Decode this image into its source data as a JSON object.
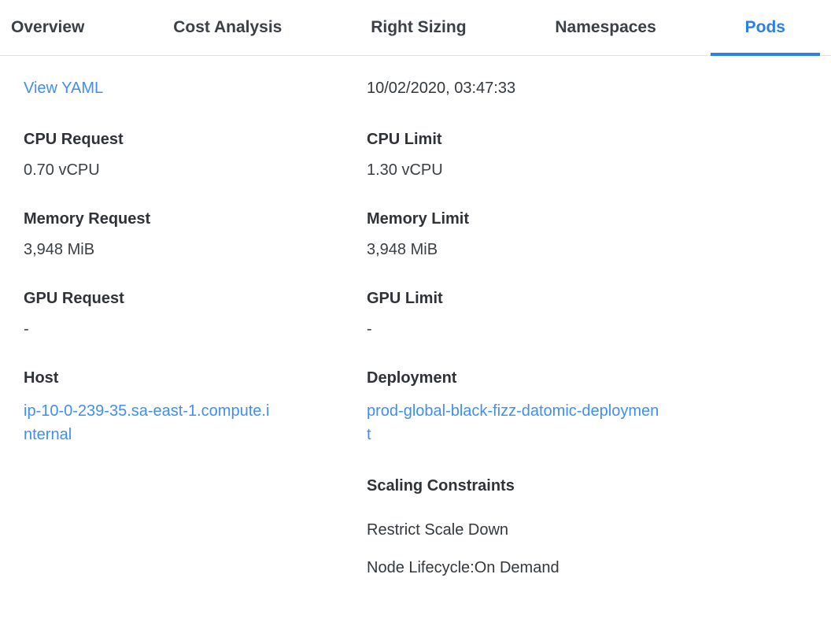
{
  "colors": {
    "accent": "#2b7fe8",
    "link": "#3f8ff2",
    "label_text": "#2f3338",
    "value_text": "#3a3f44",
    "divider": "#e4e4e4"
  },
  "tabs": [
    {
      "label": "Overview",
      "active": false
    },
    {
      "label": "Cost Analysis",
      "active": false
    },
    {
      "label": "Right Sizing",
      "active": false
    },
    {
      "label": "Namespaces",
      "active": false
    },
    {
      "label": "Pods",
      "active": true
    }
  ],
  "pod_details": {
    "view_yaml_label": "View YAML",
    "timestamp": "10/02/2020, 03:47:33",
    "cpu_request": {
      "label": "CPU Request",
      "value": "0.70 vCPU"
    },
    "cpu_limit": {
      "label": "CPU Limit",
      "value": "1.30 vCPU"
    },
    "memory_request": {
      "label": "Memory Request",
      "value": "3,948 MiB"
    },
    "memory_limit": {
      "label": "Memory Limit",
      "value": "3,948 MiB"
    },
    "gpu_request": {
      "label": "GPU Request",
      "value": "-"
    },
    "gpu_limit": {
      "label": "GPU Limit",
      "value": "-"
    },
    "host": {
      "label": "Host",
      "value": "ip-10-0-239-35.sa-east-1.compute.internal"
    },
    "deployment": {
      "label": "Deployment",
      "value": "prod-global-black-fizz-datomic-deployment"
    },
    "scaling_constraints": {
      "title": "Scaling Constraints",
      "items": [
        "Restrict Scale Down",
        "Node Lifecycle:On Demand"
      ]
    }
  }
}
